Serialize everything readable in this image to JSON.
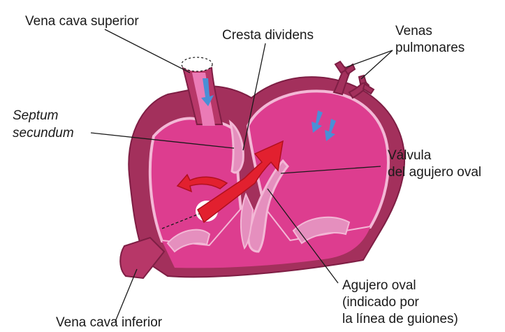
{
  "labels": {
    "vena_cava_superior": "Vena cava superior",
    "cresta_dividens": "Cresta dividens",
    "venas_pulmonares_1": "Venas",
    "venas_pulmonares_2": "pulmonares",
    "septum_secundum_1": "Septum",
    "septum_secundum_2": "secundum",
    "valvula_1": "Válvula",
    "valvula_2": "del agujero oval",
    "agujero_oval_1": "Agujero oval",
    "agujero_oval_2": "(indicado por",
    "agujero_oval_3": "la línea de guiones)",
    "vena_cava_inferior": "Vena cava inferior"
  },
  "colors": {
    "wall": "#a3305c",
    "wall_dark": "#7e1e44",
    "chamber": "#dd3d8f",
    "chamber_light": "#eb7bb6",
    "septum": "#e58fbe",
    "lining": "#f3b8d6",
    "arrow_red": "#e2202f",
    "arrow_blue": "#4a8fd6",
    "leader": "#1a1a1a"
  }
}
